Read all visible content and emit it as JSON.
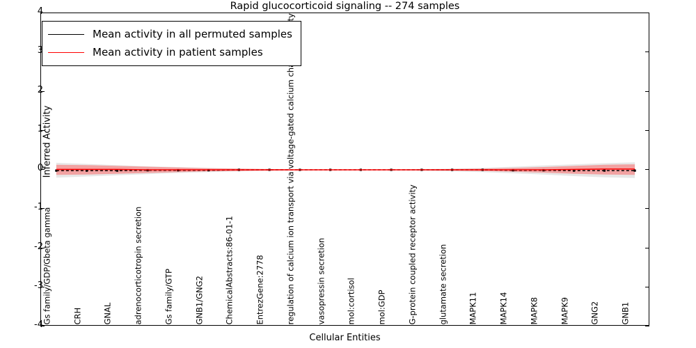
{
  "chart_data": {
    "type": "line",
    "title": "Rapid glucocorticoid signaling -- 274 samples",
    "xlabel": "Cellular Entities",
    "ylabel": "Inferred Activity",
    "ylim": [
      -4,
      4
    ],
    "yticks": [
      "4",
      "3",
      "2",
      "1",
      "0",
      "-1",
      "-2",
      "-3",
      "-4"
    ],
    "ytick_values": [
      4,
      3,
      2,
      1,
      0,
      -1,
      -2,
      -3,
      -4
    ],
    "grid": false,
    "legend_position": "upper left",
    "categories": [
      "Gs family/GDP/Gbeta gamma",
      "CRH",
      "GNAL",
      "adrenocorticotropin secretion",
      "Gs family/GTP",
      "GNB1/GNG2",
      "ChemicalAbstracts:86-01-1",
      "EntrezGene:2778",
      "regulation of calcium ion transport via voltage-gated calcium channel activity",
      "vasopressin secretion",
      "mol:cortisol",
      "mol:GDP",
      "G-protein coupled receptor activity",
      "glutamate secretion",
      "MAPK11",
      "MAPK14",
      "MAPK8",
      "MAPK9",
      "GNG2",
      "GNB1"
    ],
    "series": [
      {
        "name": "Mean activity in all permuted samples",
        "color": "#000000",
        "style": "dashed-marker",
        "values": [
          -0.02,
          -0.02,
          -0.02,
          -0.01,
          -0.01,
          -0.01,
          0.0,
          0.0,
          0.0,
          0.0,
          0.0,
          0.0,
          0.0,
          0.0,
          0.0,
          -0.01,
          -0.01,
          -0.02,
          -0.02,
          -0.02
        ],
        "band_color": "#b0b0b0",
        "band_upper": [
          0.18,
          0.15,
          0.12,
          0.09,
          0.07,
          0.05,
          0.03,
          0.02,
          0.01,
          0.01,
          0.01,
          0.01,
          0.02,
          0.03,
          0.05,
          0.08,
          0.11,
          0.14,
          0.17,
          0.19
        ],
        "band_lower": [
          -0.2,
          -0.17,
          -0.14,
          -0.11,
          -0.08,
          -0.06,
          -0.04,
          -0.02,
          -0.01,
          -0.01,
          -0.01,
          -0.01,
          -0.02,
          -0.04,
          -0.06,
          -0.09,
          -0.12,
          -0.16,
          -0.19,
          -0.21
        ]
      },
      {
        "name": "Mean activity in patient samples",
        "color": "#ff0000",
        "style": "solid",
        "values": [
          0.01,
          0.01,
          0.01,
          0.0,
          0.0,
          0.0,
          0.0,
          0.0,
          0.0,
          0.0,
          0.0,
          0.0,
          0.0,
          0.0,
          0.0,
          0.0,
          0.0,
          0.01,
          0.02,
          0.02
        ],
        "band_color": "#ff4d4d",
        "band_upper": [
          0.13,
          0.12,
          0.1,
          0.08,
          0.06,
          0.04,
          0.03,
          0.02,
          0.01,
          0.01,
          0.01,
          0.01,
          0.01,
          0.02,
          0.03,
          0.05,
          0.07,
          0.1,
          0.13,
          0.14
        ],
        "band_lower": [
          -0.13,
          -0.12,
          -0.1,
          -0.08,
          -0.06,
          -0.04,
          -0.03,
          -0.02,
          -0.01,
          -0.01,
          -0.01,
          -0.01,
          -0.01,
          -0.02,
          -0.03,
          -0.05,
          -0.07,
          -0.1,
          -0.12,
          -0.13
        ]
      }
    ]
  },
  "legend": {
    "entries": [
      {
        "label": "Mean activity in all permuted samples",
        "swatch": "black"
      },
      {
        "label": "Mean activity in patient samples",
        "swatch": "red"
      }
    ]
  }
}
